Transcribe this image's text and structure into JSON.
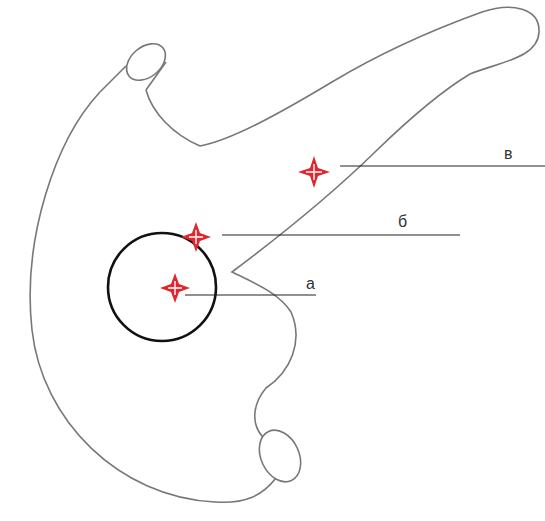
{
  "diagram": {
    "labels": [
      "в",
      "б",
      "а"
    ]
  }
}
